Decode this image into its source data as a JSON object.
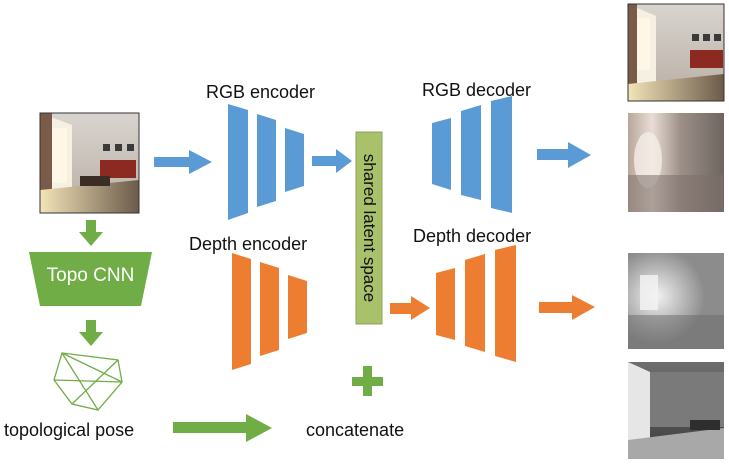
{
  "labels": {
    "rgb_encoder": "RGB encoder",
    "rgb_decoder": "RGB decoder",
    "depth_encoder": "Depth encoder",
    "depth_decoder": "Depth decoder",
    "shared_latent": "shared latent space",
    "topo_cnn": "Topo CNN",
    "topological_pose": "topological pose",
    "concatenate": "concatenate",
    "plus": "+"
  },
  "colors": {
    "rgb_blue": "#5b9bd5",
    "depth_orange": "#ed7d31",
    "green": "#70ad47",
    "latent_fill": "#a9c16b"
  }
}
